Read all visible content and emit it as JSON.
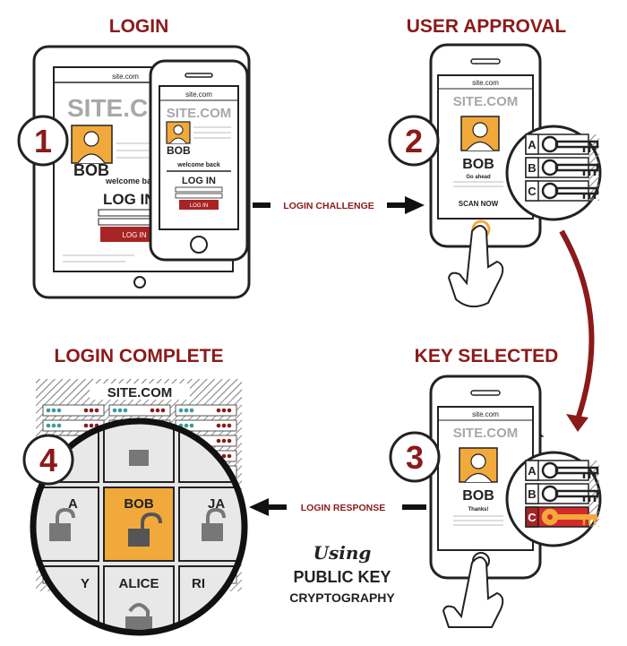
{
  "colors": {
    "red": "#8b1a1a",
    "bright_red": "#d42a2a",
    "orange": "#f2a93b",
    "dark": "#222222",
    "gray": "#a8a8a8"
  },
  "steps": {
    "login": {
      "title": "LOGIN",
      "number": "1"
    },
    "approval": {
      "title": "USER APPROVAL",
      "number": "2"
    },
    "key": {
      "title": "KEY SELECTED",
      "number": "3"
    },
    "complete": {
      "title": "LOGIN COMPLETE",
      "number": "4"
    }
  },
  "tablet": {
    "url": "site.com",
    "site": "SITE.COM",
    "user": "BOB",
    "welcome": "welcome back",
    "login_heading": "LOG IN",
    "button": "LOG IN"
  },
  "phone1": {
    "url": "site.com",
    "site": "SITE.COM",
    "user": "BOB",
    "welcome": "welcome back",
    "login_heading": "LOG IN",
    "button": "LOG IN"
  },
  "phone2": {
    "url": "site.com",
    "site": "SITE.COM",
    "user": "BOB",
    "message": "Go ahead",
    "action": "SCAN NOW"
  },
  "phone3": {
    "url": "site.com",
    "site": "SITE.COM",
    "user": "BOB",
    "message": "Thanks!"
  },
  "keys": {
    "a": "A",
    "b": "B",
    "c": "C"
  },
  "arrows": {
    "challenge": "LOGIN CHALLENGE",
    "response": "LOGIN RESPONSE"
  },
  "server": {
    "site": "SITE.COM",
    "users": [
      "BOB",
      "ALICE",
      "JA",
      "A",
      "RI",
      "Y"
    ]
  },
  "caption": {
    "using": "Using",
    "line1": "PUBLIC KEY",
    "line2": "CRYPTOGRAPHY"
  }
}
